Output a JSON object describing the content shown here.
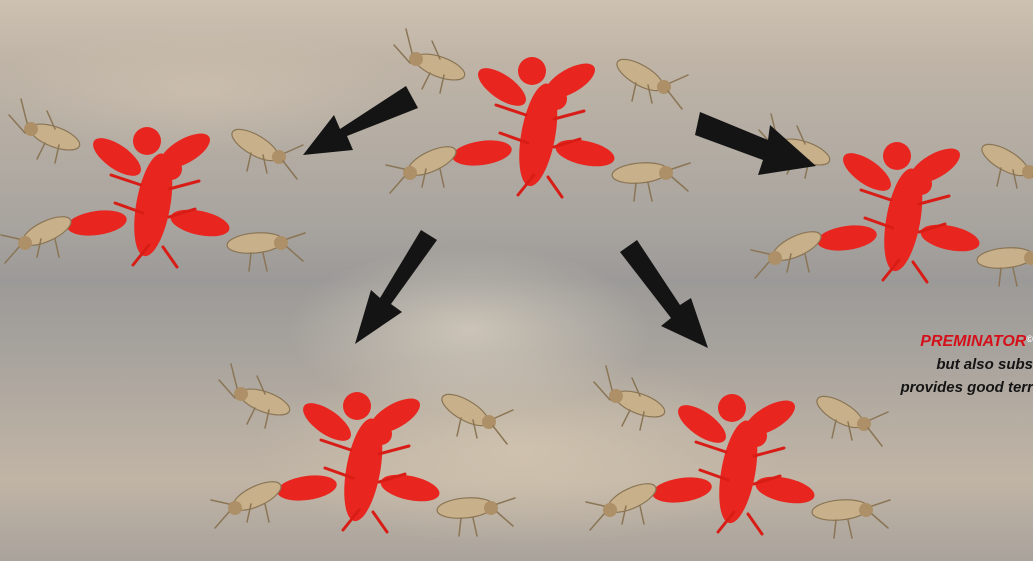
{
  "text_block": {
    "brand_name": "PREMINATOR",
    "registered_mark": "©",
    "line_2": "but also subs",
    "line_3": "provides good terr"
  },
  "colors": {
    "brand_red": "#d4111a",
    "text_dark": "#141414",
    "termite_red": "#e8261f",
    "termite_tan": "#c8b08a",
    "arrow": "#141414"
  },
  "illustration": {
    "clusters": 5,
    "arrows": 4
  }
}
